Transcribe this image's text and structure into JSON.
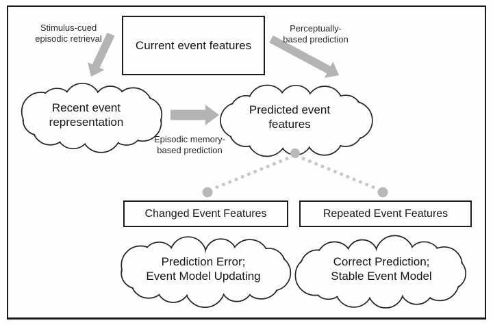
{
  "figure": {
    "nodes": {
      "current_event_features": {
        "label": "Current event features"
      },
      "recent_event_representation": {
        "line1": "Recent event",
        "line2": "representation"
      },
      "predicted_event_features": {
        "line1": "Predicted event",
        "line2": "features"
      },
      "changed_event_features": {
        "label": "Changed Event Features"
      },
      "repeated_event_features": {
        "label": "Repeated Event Features"
      },
      "prediction_error": {
        "line1": "Prediction Error;",
        "line2": "Event Model Updating"
      },
      "correct_prediction": {
        "line1": "Correct Prediction;",
        "line2": "Stable Event Model"
      }
    },
    "edge_labels": {
      "stimulus_cued": {
        "line1": "Stimulus-cued",
        "line2": "episodic retrieval"
      },
      "perceptually_based": {
        "line1": "Perceptually-",
        "line2": "based prediction"
      },
      "episodic_memory": {
        "line1": "Episodic memory-",
        "line2": "based prediction"
      }
    },
    "colors": {
      "arrow": "#b4b4b4",
      "dotted_line": "#c7c7c7",
      "connector_dot": "#b9b9b9",
      "outline": "#222222",
      "border": "#1c1c1c",
      "background": "#fefefe"
    }
  }
}
